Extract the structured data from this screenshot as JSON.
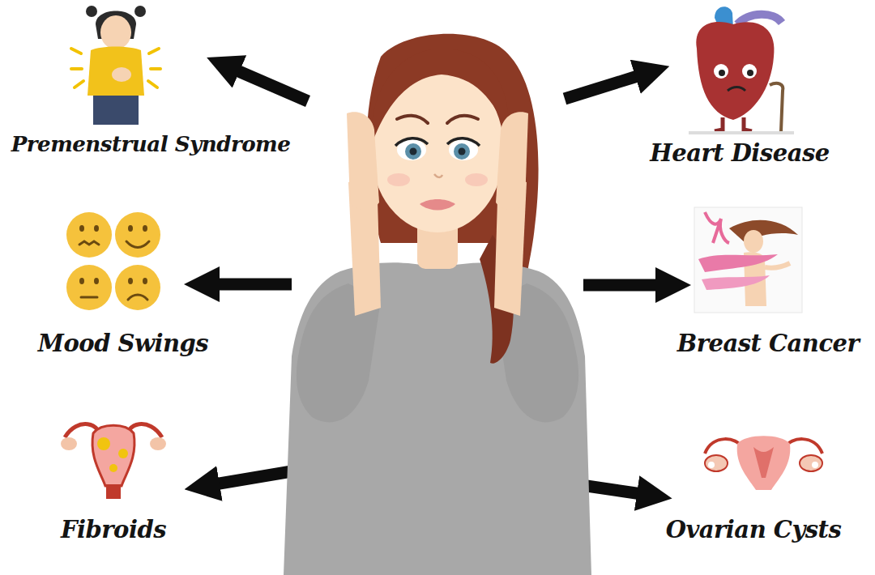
{
  "diagram": {
    "labels": [
      "Premenstrual Syndrome",
      "Heart Disease",
      "Mood Swings",
      "Breast Cancer",
      "Fibroids",
      "Ovarian Cysts"
    ]
  }
}
